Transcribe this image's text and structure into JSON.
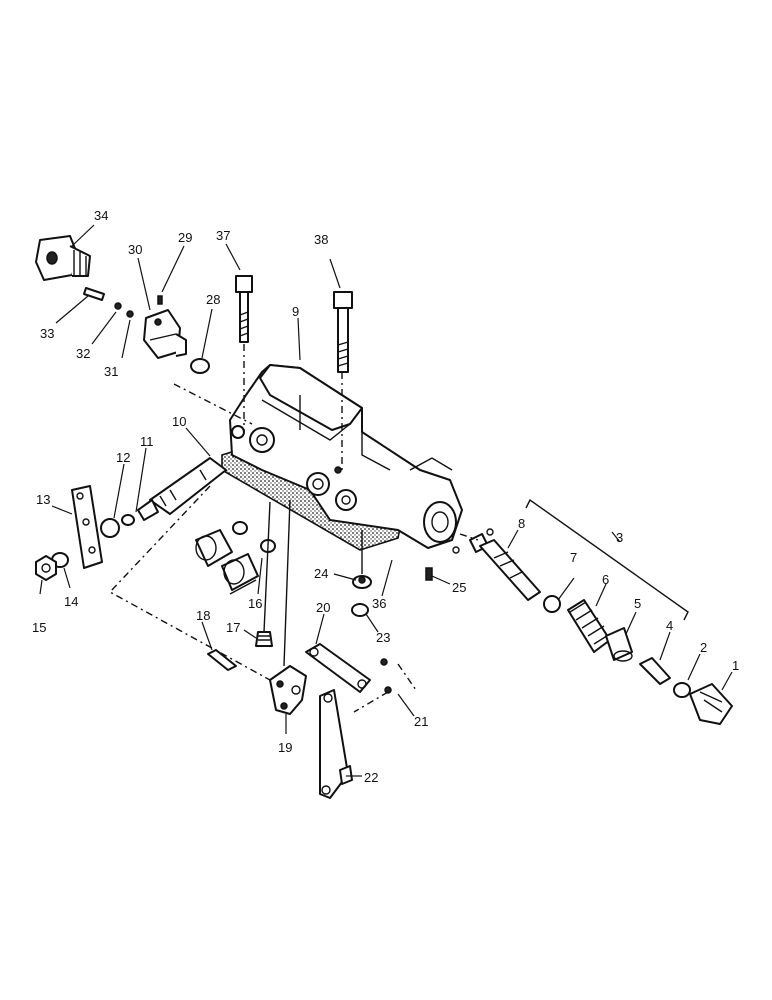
{
  "labels": {
    "p1": "1",
    "p2": "2",
    "p3": "3",
    "p4": "4",
    "p5": "5",
    "p6": "6",
    "p7": "7",
    "p8": "8",
    "p9": "9",
    "p10": "10",
    "p11": "11",
    "p12": "12",
    "p13": "13",
    "p14": "14",
    "p15": "15",
    "p16": "16",
    "p17": "17",
    "p18": "18",
    "p19": "19",
    "p20": "20",
    "p21": "21",
    "p22": "22",
    "p23": "23",
    "p24": "24",
    "p25": "25",
    "p28": "28",
    "p29": "29",
    "p30": "30",
    "p31": "31",
    "p32": "32",
    "p33": "33",
    "p34": "34",
    "p36": "36",
    "p37": "37",
    "p38": "38"
  }
}
